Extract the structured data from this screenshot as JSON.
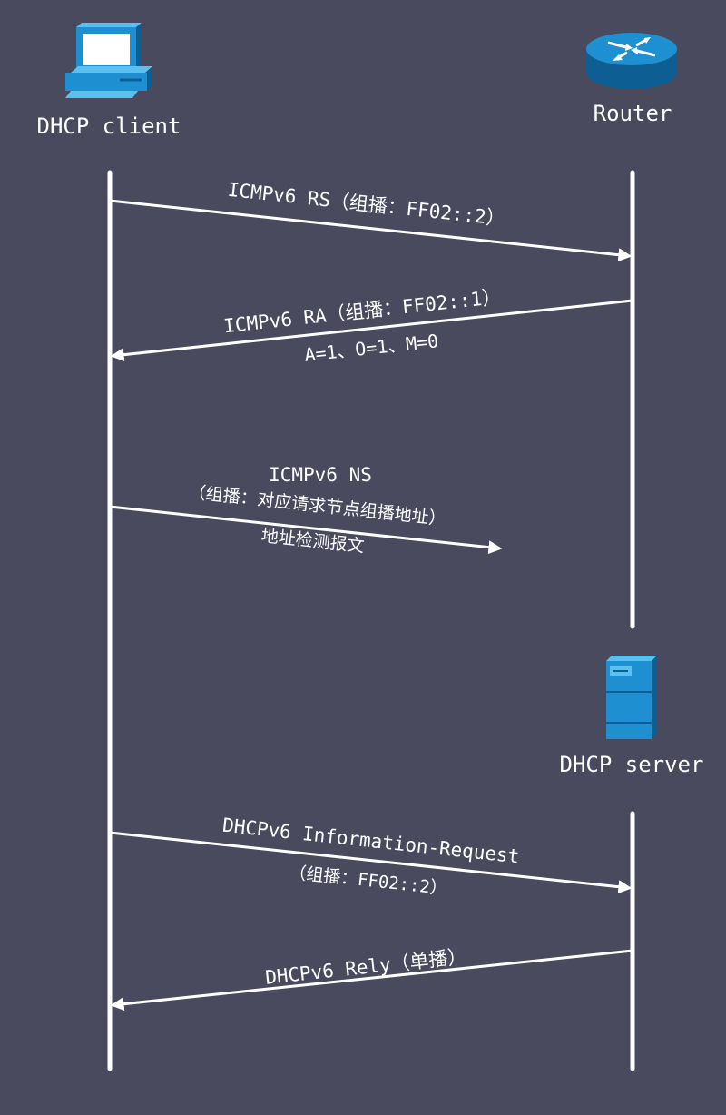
{
  "entities": {
    "client": {
      "label": "DHCP client",
      "icon": "desktop-computer-icon"
    },
    "router": {
      "label": "Router",
      "icon": "router-icon"
    },
    "server": {
      "label": "DHCP server",
      "icon": "server-tower-icon"
    }
  },
  "messages": {
    "rs": {
      "label": "ICMPv6 RS（组播：FF02::2）"
    },
    "ra": {
      "label": "ICMPv6 RA（组播：FF02::1）",
      "sub": "A=1、O=1、M=0"
    },
    "ns": {
      "label": "ICMPv6 NS",
      "sub1": "（组播：对应请求节点组播地址）",
      "sub2": "地址检测报文"
    },
    "info": {
      "label": "DHCPv6 Information-Request",
      "sub": "（组播：FF02::2）"
    },
    "reply": {
      "label": "DHCPv6 Rely（单播）"
    }
  },
  "colors": {
    "background": "#4a4a5e",
    "line": "#ffffff",
    "icon_blue": "#1e8fd0",
    "icon_dark": "#0d5f93"
  }
}
